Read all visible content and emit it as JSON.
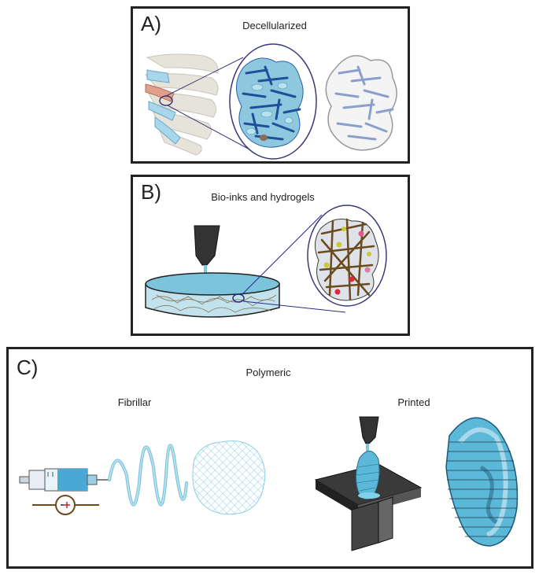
{
  "panels": {
    "a": {
      "label": "A)",
      "title": "Decellularized"
    },
    "b": {
      "label": "B)",
      "title": "Bio-inks and hydrogels"
    },
    "c": {
      "label": "C)",
      "title": "Polymeric",
      "left_title": "Fibrillar",
      "right_title": "Printed"
    }
  },
  "colors": {
    "border": "#222222",
    "fiber_blue": "#2a5fa8",
    "light_blue": "#a8d6ea",
    "cyan": "#5bb8d8",
    "bone": "#e6e3da",
    "cartilage_pink": "#e2a08a",
    "brown_fiber": "#6b4a1e"
  }
}
